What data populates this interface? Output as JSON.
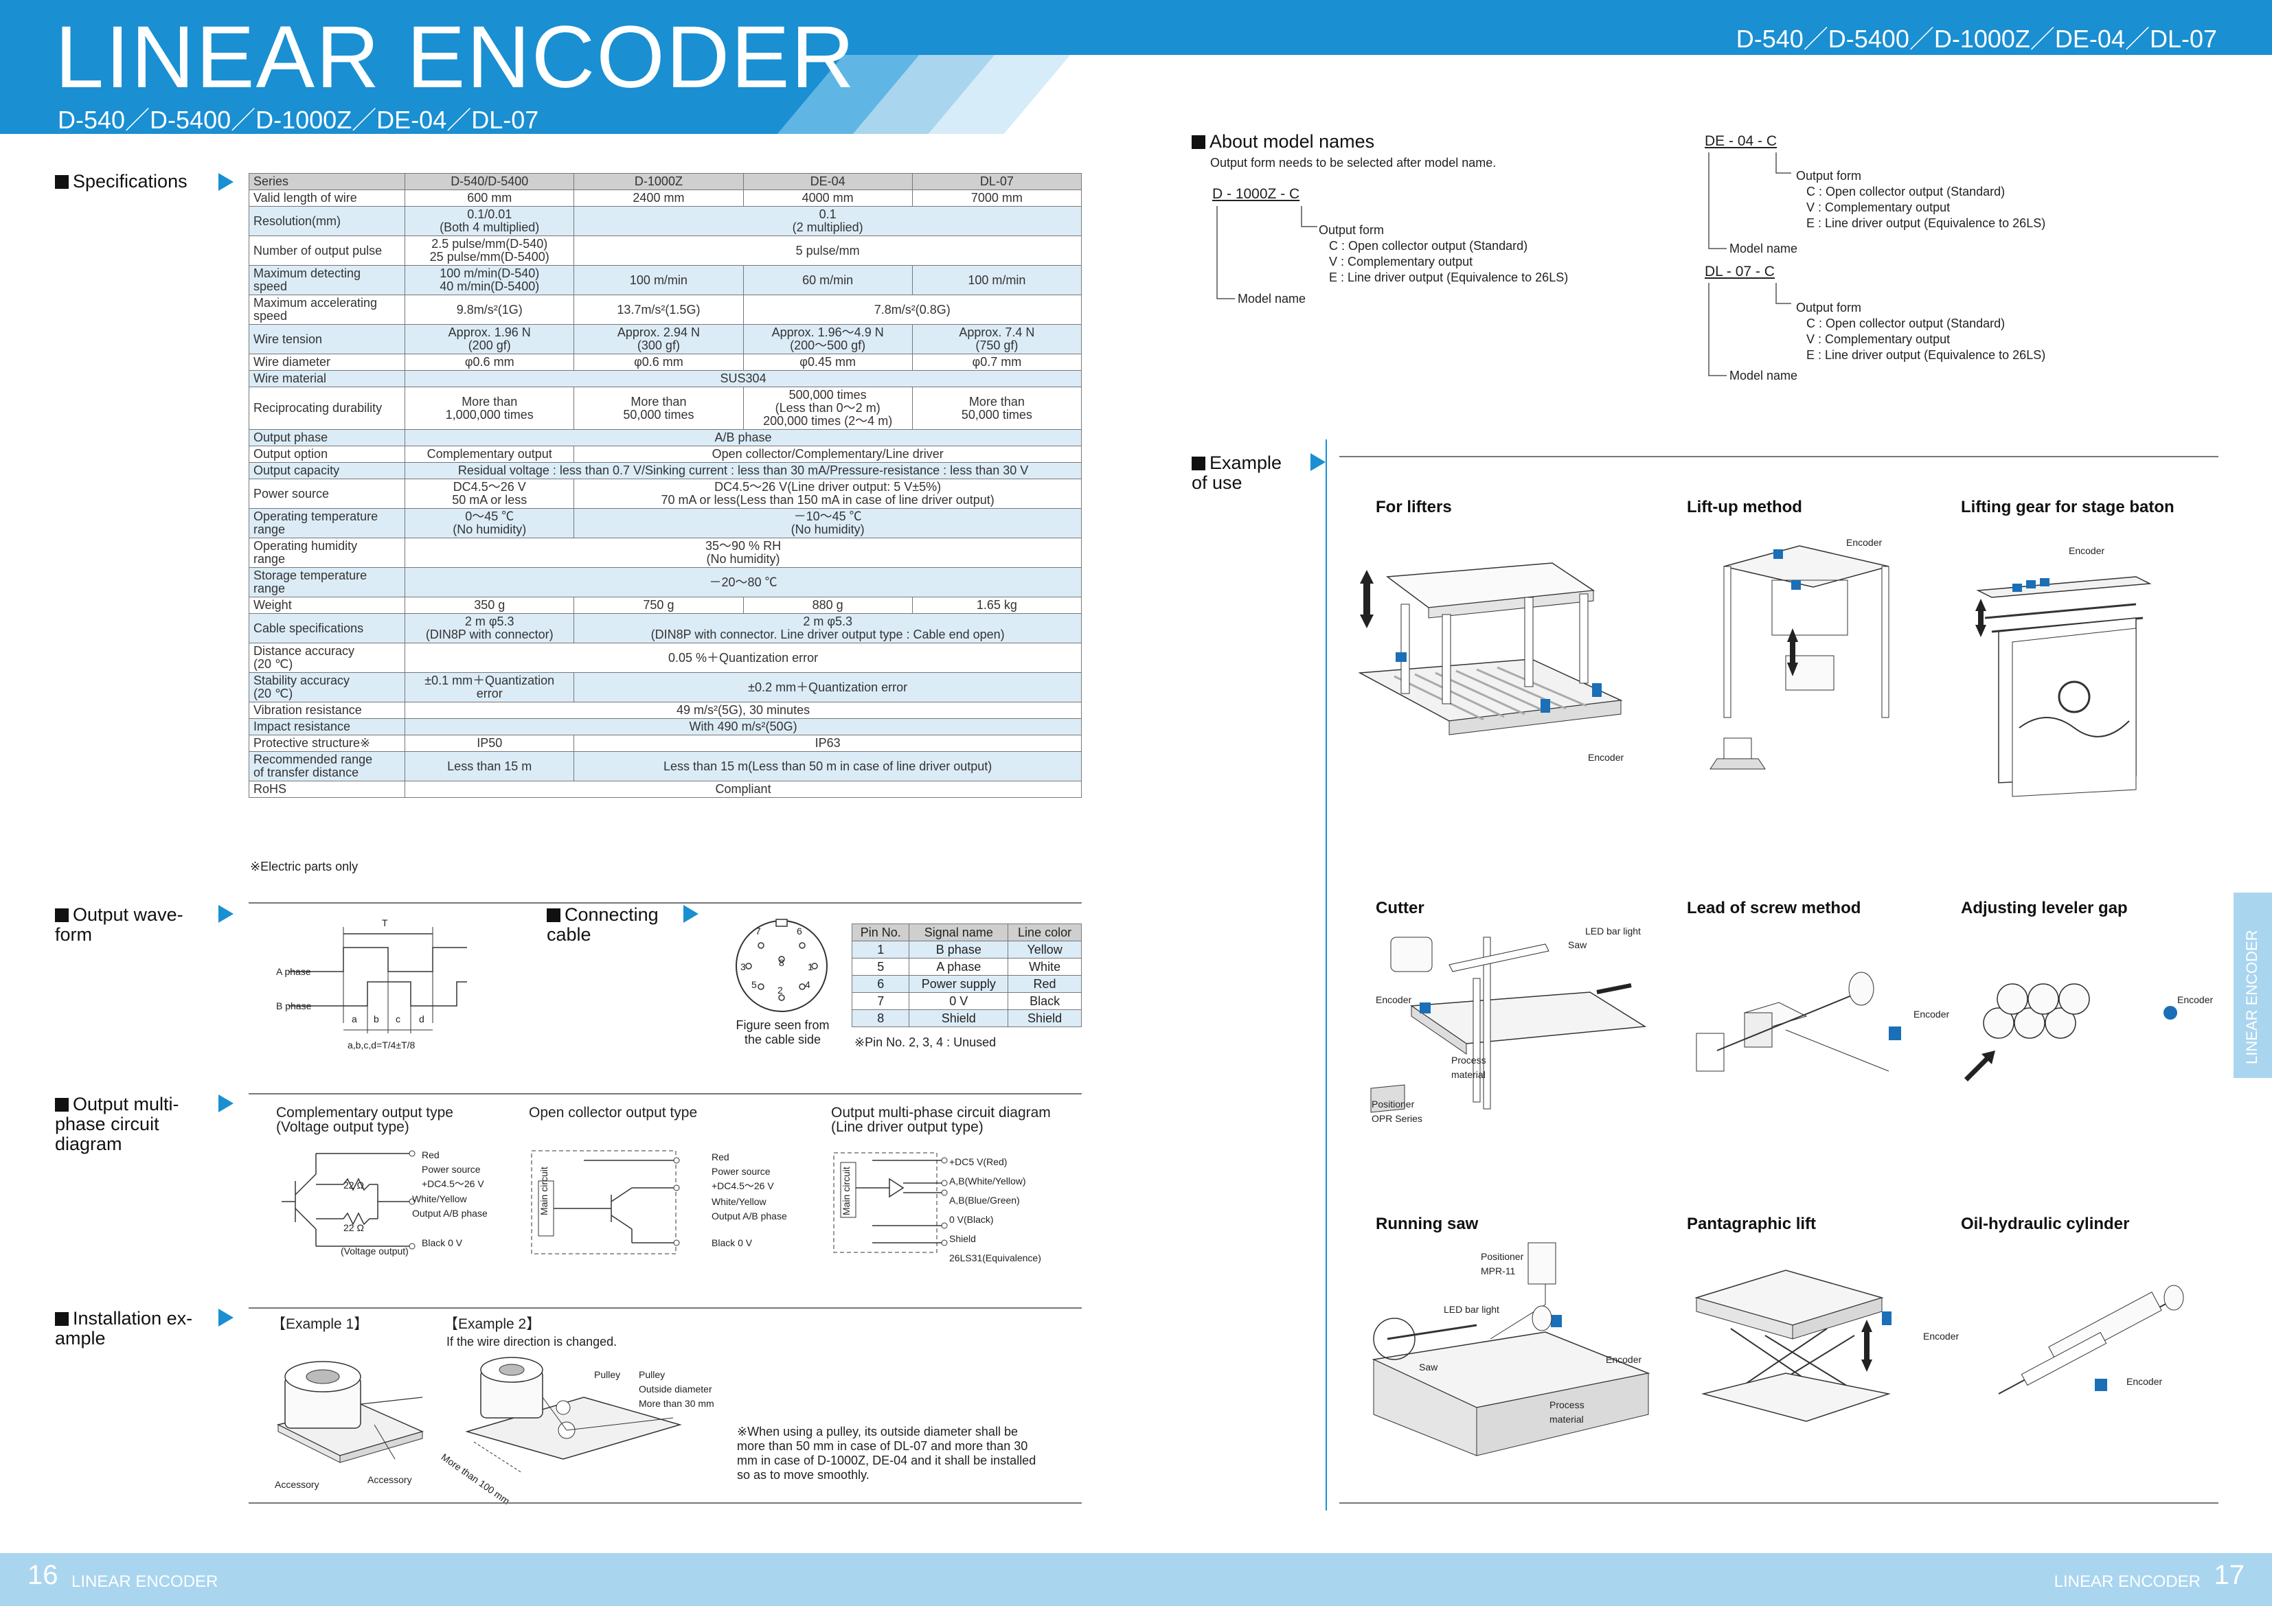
{
  "header": {
    "title": "LINEAR ENCODER",
    "subtitle": "D-540／D-5400／D-1000Z／DE-04／DL-07",
    "models_right": "D-540／D-5400／D-1000Z／DE-04／DL-07"
  },
  "footer": {
    "page_left": "16",
    "title_left": "LINEAR ENCODER",
    "page_right": "17",
    "title_right": "LINEAR ENCODER"
  },
  "side_tab": "LINEAR ENCODER",
  "sections": {
    "specifications": "Specifications",
    "output_waveform": "Output wave-\nform",
    "connecting_cable": "Connecting\ncable",
    "output_multiphase": "Output multi-\nphase circuit\ndiagram",
    "installation": "Installation ex-\nample",
    "about_model_names": "About model names",
    "example_of_use": "Example\nof use"
  },
  "spec_table": {
    "header": [
      "Series",
      "D-540/D-5400",
      "D-1000Z",
      "DE-04",
      "DL-07"
    ],
    "rows": {
      "valid_length": {
        "label": "Valid length of wire",
        "cells": [
          "600 mm",
          "2400 mm",
          "4000 mm",
          "7000 mm"
        ]
      },
      "resolution": {
        "label": "Resolution(mm)",
        "cells": [
          "0.1/0.01\n(Both 4 multiplied)",
          "0.1\n(2 multiplied)"
        ]
      },
      "output_pulse": {
        "label": "Number of output pulse",
        "cells": [
          "2.5 pulse/mm(D-540)\n25 pulse/mm(D-5400)",
          "5 pulse/mm"
        ]
      },
      "max_detect": {
        "label": "Maximum detecting\nspeed",
        "cells": [
          "100 m/min(D-540)\n40 m/min(D-5400)",
          "100 m/min",
          "60 m/min",
          "100 m/min"
        ]
      },
      "max_accel": {
        "label": "Maximum accelerating\nspeed",
        "cells": [
          "9.8m/s²(1G)",
          "13.7m/s²(1.5G)",
          "7.8m/s²(0.8G)"
        ]
      },
      "wire_tension": {
        "label": "Wire tension",
        "cells": [
          "Approx. 1.96 N\n(200 gf)",
          "Approx. 2.94 N\n(300 gf)",
          "Approx. 1.96～4.9 N\n(200～500 gf)",
          "Approx. 7.4 N\n(750 gf)"
        ]
      },
      "wire_diameter": {
        "label": "Wire diameter",
        "cells": [
          "φ0.6 mm",
          "φ0.6 mm",
          "φ0.45 mm",
          "φ0.7 mm"
        ]
      },
      "wire_material": {
        "label": "Wire material",
        "cells": [
          "SUS304"
        ]
      },
      "recip": {
        "label": "Reciprocating durability",
        "cells": [
          "More than\n1,000,000 times",
          "More than\n50,000 times",
          "500,000 times\n(Less than 0～2 m)\n200,000 times (2～4 m)",
          "More than\n50,000 times"
        ]
      },
      "output_phase": {
        "label": "Output phase",
        "cells": [
          "A/B phase"
        ]
      },
      "output_option": {
        "label": "Output option",
        "cells": [
          "Complementary output",
          "Open collector/Complementary/Line driver"
        ]
      },
      "output_capacity": {
        "label": "Output capacity",
        "cells": [
          "Residual voltage : less than 0.7 V/Sinking current : less than 30 mA/Pressure-resistance : less than 30 V"
        ]
      },
      "power_source": {
        "label": "Power source",
        "cells": [
          "DC4.5～26 V\n50 mA or less",
          "DC4.5～26 V(Line driver output: 5 V±5%)\n70 mA or less(Less than 150 mA in case of line driver output)"
        ]
      },
      "op_temp": {
        "label": "Operating temperature\nrange",
        "cells": [
          "0～45 ℃\n(No humidity)",
          "－10～45 ℃\n(No humidity)"
        ]
      },
      "op_humid": {
        "label": "Operating humidity\nrange",
        "cells": [
          "35～90 % RH\n(No humidity)"
        ]
      },
      "storage_temp": {
        "label": "Storage temperature\nrange",
        "cells": [
          "－20～80 ℃"
        ]
      },
      "weight": {
        "label": "Weight",
        "cells": [
          "350 g",
          "750 g",
          "880 g",
          "1.65 kg"
        ]
      },
      "cable": {
        "label": "Cable specifications",
        "cells": [
          "2 m φ5.3\n(DIN8P with connector)",
          "2 m φ5.3\n(DIN8P with connector. Line driver output type : Cable end open)"
        ]
      },
      "dist_acc": {
        "label": "Distance accuracy\n(20 ℃)",
        "cells": [
          "0.05 %＋Quantization error"
        ]
      },
      "stab_acc": {
        "label": "Stability accuracy\n(20 ℃)",
        "cells": [
          "±0.1 mm＋Quantization\nerror",
          "±0.2 mm＋Quantization error"
        ]
      },
      "vibration": {
        "label": "Vibration resistance",
        "cells": [
          "49 m/s²(5G), 30 minutes"
        ]
      },
      "impact": {
        "label": "Impact resistance",
        "cells": [
          "With 490 m/s²(50G)"
        ]
      },
      "protective": {
        "label": "Protective structure※",
        "cells": [
          "IP50",
          "IP63"
        ]
      },
      "transfer": {
        "label": "Recommended range\nof transfer distance",
        "cells": [
          "Less than 15 m",
          "Less than 15 m(Less than 50 m in case of line driver output)"
        ]
      },
      "rohs": {
        "label": "RoHS",
        "cells": [
          "Compliant"
        ]
      }
    },
    "note": "※Electric parts only"
  },
  "waveform": {
    "t_label": "T",
    "a_phase": "A phase",
    "b_phase": "B phase",
    "segs": [
      "a",
      "b",
      "c",
      "d"
    ],
    "formula": "a,b,c,d=T/4±T/8"
  },
  "connector": {
    "pins": [
      "7",
      "6",
      "3",
      "8",
      "1",
      "5",
      "4",
      "2"
    ],
    "caption": "Figure seen from\nthe cable side",
    "table_header": [
      "Pin No.",
      "Signal name",
      "Line color"
    ],
    "table_rows": [
      [
        "1",
        "B phase",
        "Yellow"
      ],
      [
        "5",
        "A phase",
        "White"
      ],
      [
        "6",
        "Power supply",
        "Red"
      ],
      [
        "7",
        "0 V",
        "Black"
      ],
      [
        "8",
        "Shield",
        "Shield"
      ]
    ],
    "unused_note": "※Pin No. 2, 3, 4 : Unused"
  },
  "circuits": {
    "comp_title": "Complementary output type\n(Voltage output type)",
    "comp_red": "Red\nPower source\n+DC4.5～26 V",
    "comp_r1": "22 Ω",
    "comp_r2": "22 Ω",
    "comp_wy": "White/Yellow\nOutput A/B phase",
    "comp_black": "Black 0 V",
    "comp_voltage": "(Voltage output)",
    "oc_title": "Open collector output type",
    "oc_main": "Main circuit",
    "oc_red": "Red\nPower source\n+DC4.5～26 V",
    "oc_wy": "White/Yellow\nOutput A/B phase",
    "oc_black": "Black 0 V",
    "ld_title": "Output multi-phase circuit diagram\n(Line driver output type)",
    "ld_main": "Main circuit",
    "ld_lines": [
      "+DC5 V(Red)",
      "A,B(White/Yellow)",
      "A,B(Blue/Green)",
      "0 V(Black)",
      "Shield"
    ],
    "ld_ic": "26LS31(Equivalence)"
  },
  "installation": {
    "ex1": "【Example 1】",
    "ex2": "【Example 2】",
    "ex2_sub": "If the wire direction is changed.",
    "accessory1": "Accessory",
    "accessory2": "Accessory",
    "pulley1": "Pulley",
    "pulley2": "Pulley\nOutside diameter\nMore than 30 mm",
    "more100": "More than 100 mm",
    "pulley_note": "※When using a pulley, its outside diameter shall be\nmore than 50 mm in case of DL-07 and more than 30\nmm in case of D-1000Z, DE-04 and it shall be installed\nso as to move smoothly."
  },
  "model_names": {
    "note": "Output form needs to be selected after model name.",
    "d1000z": {
      "code": "D - 1000Z - C",
      "output_form": "Output form",
      "c": "C : Open collector output (Standard)",
      "v": "V : Complementary output",
      "e": "E : Line driver output (Equivalence to 26LS)",
      "model": "Model name"
    },
    "de04": {
      "code": "DE - 04 - C",
      "output_form": "Output form",
      "c": "C : Open collector output (Standard)",
      "v": "V : Complementary output",
      "e": "E : Line driver output (Equivalence to 26LS)",
      "model": "Model name"
    },
    "dl07": {
      "code": "DL - 07 - C",
      "output_form": "Output form",
      "c": "C : Open collector output (Standard)",
      "v": "V : Complementary output",
      "e": "E : Line driver output (Equivalence to 26LS)",
      "model": "Model name"
    }
  },
  "examples": {
    "lifters": "For lifters",
    "liftup": "Lift-up method",
    "stage": "Lifting gear for stage baton",
    "cutter": "Cutter",
    "screw": "Lead of screw method",
    "leveler": "Adjusting leveler gap",
    "saw": "Running saw",
    "panto": "Pantagraphic lift",
    "oil": "Oil-hydraulic cylinder",
    "encoder": "Encoder",
    "led_bar": "LED bar light",
    "saw_label": "Saw",
    "process": "Process\nmaterial",
    "positioner_opr": "Positioner\nOPR Series",
    "positioner_mpr": "Positioner\nMPR-11"
  },
  "colors": {
    "brand_blue": "#1a8fd2",
    "light_blue": "#a9d5ef",
    "row_highlight": "#dcecf7",
    "encoder_blue": "#1a6fb6"
  }
}
